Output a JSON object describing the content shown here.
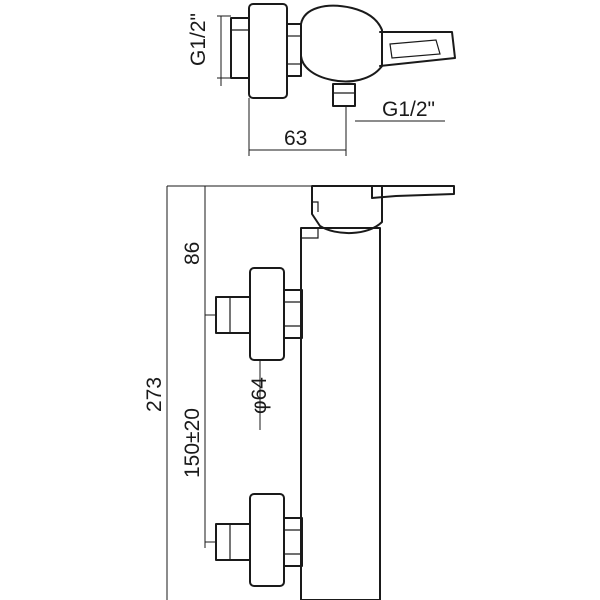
{
  "dimensions": {
    "inlet_thread_top": "G1/2\"",
    "outlet_thread": "G1/2\"",
    "depth": "63",
    "handle_height": "86",
    "total_height": "273",
    "centers": "150±20",
    "flange_diameter": "φ64"
  }
}
